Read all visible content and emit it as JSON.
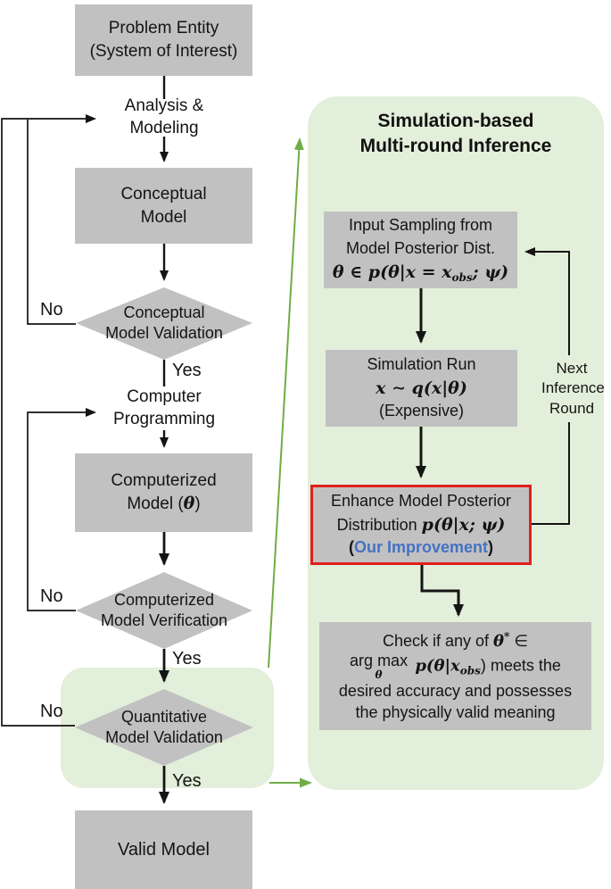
{
  "colors": {
    "box_gray": "#C1C1C1",
    "panel_green": "#E2EFDA",
    "arrow_green": "#70AD47",
    "highlight_red": "#E0201B",
    "accent_blue": "#4472C4",
    "line_black": "#141414"
  },
  "left": {
    "problem_entity": "Problem Entity\n(System of Interest)",
    "analysis_modeling": "Analysis &\nModeling",
    "conceptual_model": "Conceptual\nModel",
    "conceptual_validation": "Conceptual\nModel Validation",
    "no1": "No",
    "yes1": "Yes",
    "computer_programming": "Computer\nProgramming",
    "computerized_line1": "Computerized",
    "computerized_line2_pre": "Model (",
    "computerized_theta": "θ",
    "computerized_line2_post": ")",
    "computerized_verification": "Computerized\nModel Verification",
    "no2": "No",
    "yes2": "Yes",
    "quantitative_validation": "Quantitative\nModel Validation",
    "no3": "No",
    "yes3": "Yes",
    "valid_model": "Valid Model"
  },
  "panel": {
    "title": "Simulation-based\nMulti-round Inference",
    "input_box": {
      "line1": "Input Sampling from",
      "line2": "Model Posterior Dist.",
      "math_pre": "θ ∈ p(θ|x = x",
      "math_sub": "obs",
      "math_post": "; ψ)"
    },
    "sim_box": {
      "line1": "Simulation Run",
      "math": "x ∼ q(x|θ)",
      "line3": "(Expensive)"
    },
    "next_label": "Next\nInference\nRound",
    "enhance_box": {
      "line1": "Enhance Model Posterior",
      "line2_pre": "Distribution ",
      "line2_math": "p(θ|x; ψ)",
      "line3_open": "(",
      "line3_highlight": "Our Improvement",
      "line3_close": ")"
    },
    "check_box": {
      "l1_pre": "Check if any of ",
      "l1_theta": "θ",
      "l1_sup": "*",
      "l1_post": " ∈",
      "argmax": "arg max",
      "argmax_sub": "θ",
      "l2_math": " p(θ|x",
      "l2_sub": "obs",
      "l2_post": ") meets the",
      "l3": "desired accuracy and possesses",
      "l4": "the physically valid meaning"
    }
  }
}
